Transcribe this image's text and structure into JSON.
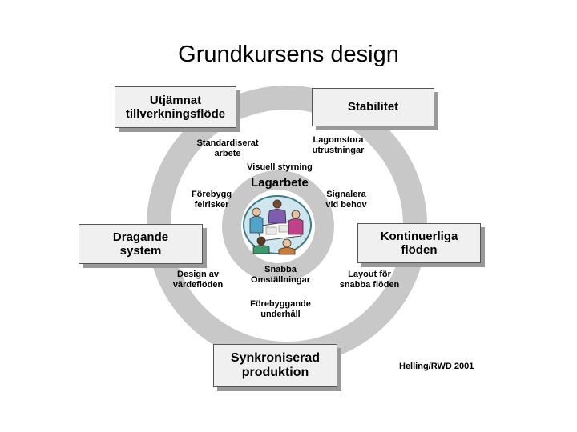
{
  "title": "Grundkursens design",
  "boxes": {
    "utjamnat": "Utjämnat\ntillverkningsflöde",
    "stabilitet": "Stabilitet",
    "dragande": "Dragande\nsystem",
    "kontinuerliga": "Kontinuerliga\nflöden",
    "synkroniserad": "Synkroniserad\nproduktion"
  },
  "labels": {
    "standardiserat": "Standardiserat\narbete",
    "lagomstora": "Lagomstora\nutrustningar",
    "visuell": "Visuell styrning",
    "forebygg": "Förebygg\nfelrisker",
    "signalera": "Signalera\nvid behov",
    "design_av": "Design av\nvärdeflöden",
    "snabba": "Snabba\nOmställningar",
    "layout": "Layout för\nsnabba flöden",
    "forebyggande": "Förebyggande\nunderhåll"
  },
  "center": {
    "title": "Lagarbete",
    "image": "team-meeting-illustration"
  },
  "credit": "Helling/RWD 2001",
  "colors": {
    "ring": "#c8c8c8",
    "box_fill": "#f0f0f0",
    "box_shadow": "#999999"
  }
}
